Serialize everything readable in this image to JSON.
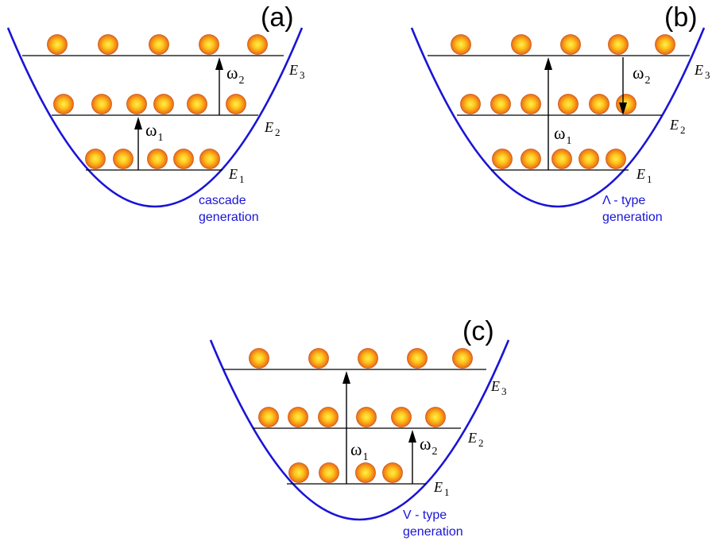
{
  "colors": {
    "well": "#1a14d6",
    "caption": "#1a14d6",
    "ball_core": "#ffd21f",
    "ball_edge": "#e2661a",
    "line": "#000000"
  },
  "panels": [
    {
      "id": "a",
      "label": "(a)",
      "levels": [
        {
          "name": "E",
          "sub": "3",
          "balls": 5
        },
        {
          "name": "E",
          "sub": "2",
          "balls": 6
        },
        {
          "name": "E",
          "sub": "1",
          "balls": 5
        }
      ],
      "transitions": [
        {
          "symbol": "ω",
          "sub": "1",
          "from": "E1",
          "to": "E2"
        },
        {
          "symbol": "ω",
          "sub": "2",
          "from": "E2",
          "to": "E3"
        }
      ],
      "caption": [
        "cascade",
        "generation"
      ]
    },
    {
      "id": "b",
      "label": "(b)",
      "levels": [
        {
          "name": "E",
          "sub": "3",
          "balls": 5
        },
        {
          "name": "E",
          "sub": "2",
          "balls": 6
        },
        {
          "name": "E",
          "sub": "1",
          "balls": 5
        }
      ],
      "transitions": [
        {
          "symbol": "ω",
          "sub": "1",
          "from": "E1",
          "to": "E3"
        },
        {
          "symbol": "ω",
          "sub": "2",
          "from": "E3",
          "to": "E2"
        }
      ],
      "caption": [
        "Λ -  type",
        "generation"
      ]
    },
    {
      "id": "c",
      "label": "(c)",
      "levels": [
        {
          "name": "E",
          "sub": "3",
          "balls": 5
        },
        {
          "name": "E",
          "sub": "2",
          "balls": 6
        },
        {
          "name": "E",
          "sub": "1",
          "balls": 4
        }
      ],
      "transitions": [
        {
          "symbol": "ω",
          "sub": "1",
          "from": "E1",
          "to": "E3"
        },
        {
          "symbol": "ω",
          "sub": "2",
          "from": "E1",
          "to": "E2"
        }
      ],
      "caption": [
        "V -  type",
        "generation"
      ]
    }
  ]
}
